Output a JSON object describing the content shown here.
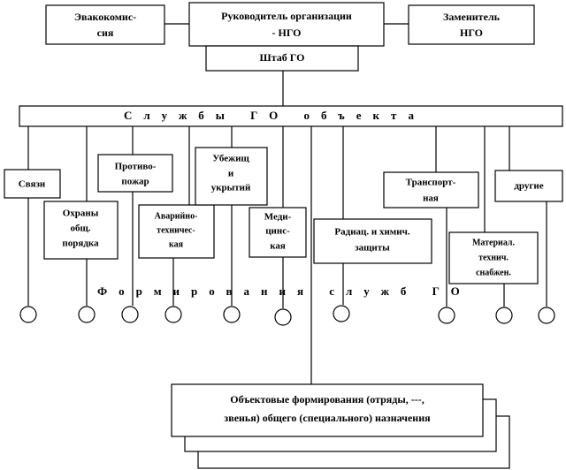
{
  "top": {
    "evac": [
      "Эвакокомис-",
      "сия"
    ],
    "head": [
      "Руководитель организации",
      "- НГО"
    ],
    "deputy": [
      "Заменитель",
      "НГО"
    ],
    "staff": "Штаб ГО"
  },
  "services_bar": "Службы ГО объекта",
  "services": {
    "svyazi": [
      "Связи"
    ],
    "okhrany": [
      "Охраны",
      "общ.",
      "порядка"
    ],
    "protivopozhar": [
      "Противо-",
      "пожар"
    ],
    "avariyno": [
      "Аварийно-",
      "техничес-",
      "кая"
    ],
    "ubezhishch": [
      "Убежищ",
      "и",
      "укрытий"
    ],
    "medicinskaya": [
      "Меди-",
      "цинс-",
      "кая"
    ],
    "radiats": [
      "Радиац. и химич.",
      "защиты"
    ],
    "transport": [
      "Транспорт-",
      "ная"
    ],
    "material": [
      "Материал.",
      "технич.",
      "снабжен."
    ],
    "drugie": [
      "другие"
    ]
  },
  "formations_label": "Формирования служб ГО",
  "object_formations": [
    "Объектовые формирования (отряды, ---,",
    "звенья) общего (специального) назначения"
  ]
}
